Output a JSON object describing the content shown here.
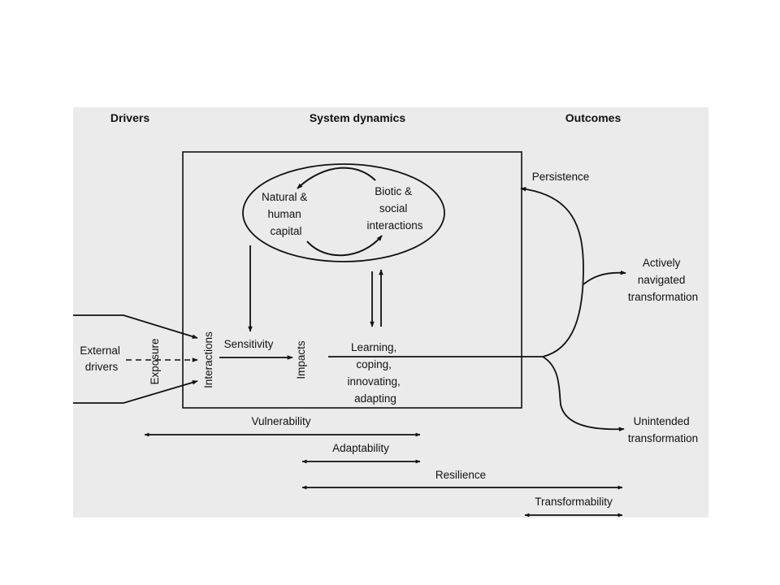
{
  "headers": {
    "drivers": "Drivers",
    "system_dynamics": "System dynamics",
    "outcomes": "Outcomes"
  },
  "nodes": {
    "natural_capital": [
      "Natural &",
      "human",
      "capital"
    ],
    "biotic_interactions": [
      "Biotic &",
      "social",
      "interactions"
    ],
    "external_drivers": [
      "External",
      "drivers"
    ],
    "exposure": "Exposure",
    "interactions": "Interactions",
    "sensitivity": "Sensitivity",
    "impacts": "Impacts",
    "learning": [
      "Learning,",
      "coping,",
      "innovating,",
      "adapting"
    ],
    "persistence": "Persistence",
    "actively_navigated": [
      "Actively",
      "navigated",
      "transformation"
    ],
    "unintended": [
      "Unintended",
      "transformation"
    ]
  },
  "ranges": {
    "vulnerability": "Vulnerability",
    "adaptability": "Adaptability",
    "resilience": "Resilience",
    "transformability": "Transformability"
  }
}
